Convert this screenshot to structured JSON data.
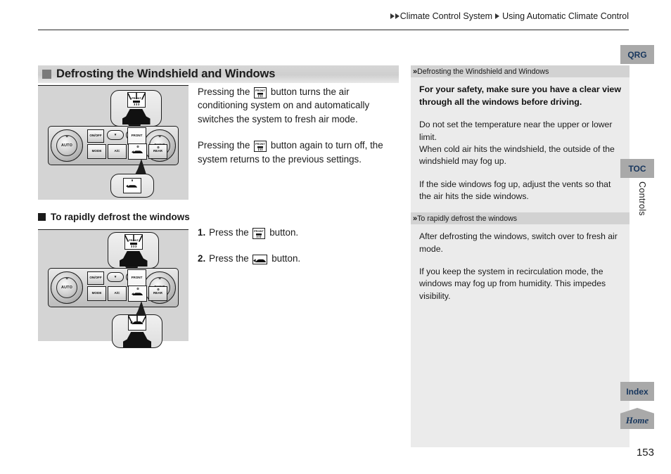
{
  "breadcrumb": {
    "trail": [
      "Climate Control System",
      "Using Automatic Climate Control"
    ]
  },
  "section": {
    "title": "Defrosting the Windshield and Windows",
    "subsection_title": "To rapidly defrost the windows"
  },
  "body": {
    "paragraph_1_a": "Pressing the ",
    "paragraph_1_b": " button turns the air conditioning system on and automatically switches the system to fresh air mode.",
    "paragraph_2_a": "Pressing the ",
    "paragraph_2_b": " button again to turn off, the system returns to the previous settings."
  },
  "steps": [
    {
      "number": "1.",
      "prefix": "Press the ",
      "icon": "front-defrost-icon",
      "suffix": " button."
    },
    {
      "number": "2.",
      "prefix": "Press the ",
      "icon": "recirculation-icon",
      "suffix": " button."
    }
  ],
  "panel": {
    "knob_left_label": "AUTO",
    "knob_right_label": "SYNC",
    "buttons": {
      "fan_on_off": "ON/OFF",
      "temp_down": "▼",
      "temp_up": "▲",
      "front_defrost": "FRONT",
      "mode": "MODE",
      "ac": "A/C",
      "recirculation": "RECIRC",
      "rear_defrost": "REAR"
    }
  },
  "info": {
    "section_1": {
      "label": "Defrosting the Windshield and Windows",
      "bold": "For your safety, make sure you have a clear view through all the windows before driving.",
      "p1": "Do not set the temperature near the upper or lower limit.",
      "p2": "When cold air hits the windshield, the outside of the windshield may fog up.",
      "p3": "If the side windows fog up, adjust the vents so that the air hits the side windows."
    },
    "section_2": {
      "label": "To rapidly defrost the windows",
      "p1": "After defrosting the windows, switch over to fresh air mode.",
      "p2": "If you keep the system in recirculation mode, the windows may fog up from humidity. This impedes visibility."
    }
  },
  "nav": {
    "qrg": "QRG",
    "toc": "TOC",
    "index": "Index",
    "home": "Home",
    "chapter": "Controls"
  },
  "page_number": "153",
  "colors": {
    "nav_tab_bg": "#a9a9a9",
    "nav_tab_text": "#17365d",
    "info_panel_bg": "#ebebeb",
    "info_label_bg": "#d2d2d2",
    "illustration_bg": "#d4d4d4"
  }
}
